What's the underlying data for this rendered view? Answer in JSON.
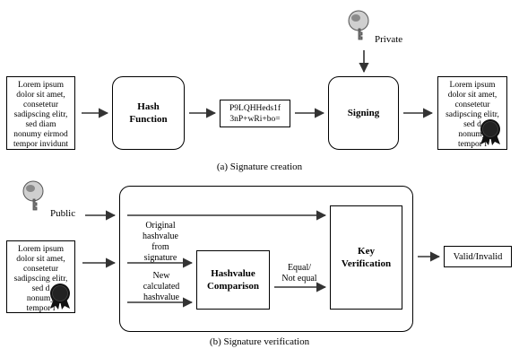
{
  "creation": {
    "document_text": "Lorem ipsum\ndolor sit amet,\nconsetetur\nsadipscing elitr,\nsed diam\nnonumy eirmod\ntempor invidunt",
    "hash_function_label": "Hash\nFunction",
    "hash_value_text": "P9LQHHeds1f\n3nP+wRi+bo=",
    "private_key_label": "Private",
    "signing_label": "Signing",
    "signed_document_text": "Lorem ipsum\ndolor sit amet,\nconsetetur\nsadipscing elitr,\nsed d\nnonumy\ntempor i",
    "caption": "(a) Signature creation"
  },
  "verification": {
    "public_key_label": "Public",
    "signed_document_text": "Lorem ipsum\ndolor sit amet,\nconsetetur\nsadipscing elitr,\nsed d\nnonumy\ntempor i",
    "original_hash_label": "Original\nhashvalue\nfrom\nsignature",
    "new_hash_label": "New\ncalculated\nhashvalue",
    "comparison_label": "Hashvalue\nComparison",
    "equal_label": "Equal/\nNot equal",
    "key_verification_label": "Key\nVerification",
    "result_label": "Valid/Invalid",
    "caption": "(b) Signature verification"
  }
}
